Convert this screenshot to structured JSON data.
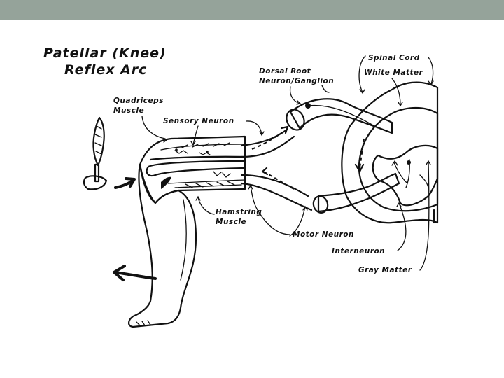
{
  "colors": {
    "top_bar": "#95a39a",
    "leg": "#c9c9c9",
    "cord_gray": "#b8b8b8",
    "gray_matter": "#8a8a8a",
    "ink": "#111111"
  },
  "title": {
    "line1": "Patellar (Knee)",
    "line2": "Reflex Arc"
  },
  "labels": {
    "quadriceps_1": "Quadriceps",
    "quadriceps_2": "Muscle",
    "sensory_neuron": "Sensory Neuron",
    "dorsal_root_1": "Dorsal Root",
    "dorsal_root_2": "Neuron/Ganglion",
    "spinal_cord": "Spinal Cord",
    "white_matter": "White Matter",
    "hamstring_1": "Hamstring",
    "hamstring_2": "Muscle",
    "motor_neuron": "Motor Neuron",
    "interneuron": "Interneuron",
    "gray_matter": "Gray Matter"
  },
  "icons": [
    "reflex-hammer-icon",
    "tap-arrow-icon",
    "kick-arrow-icon"
  ]
}
